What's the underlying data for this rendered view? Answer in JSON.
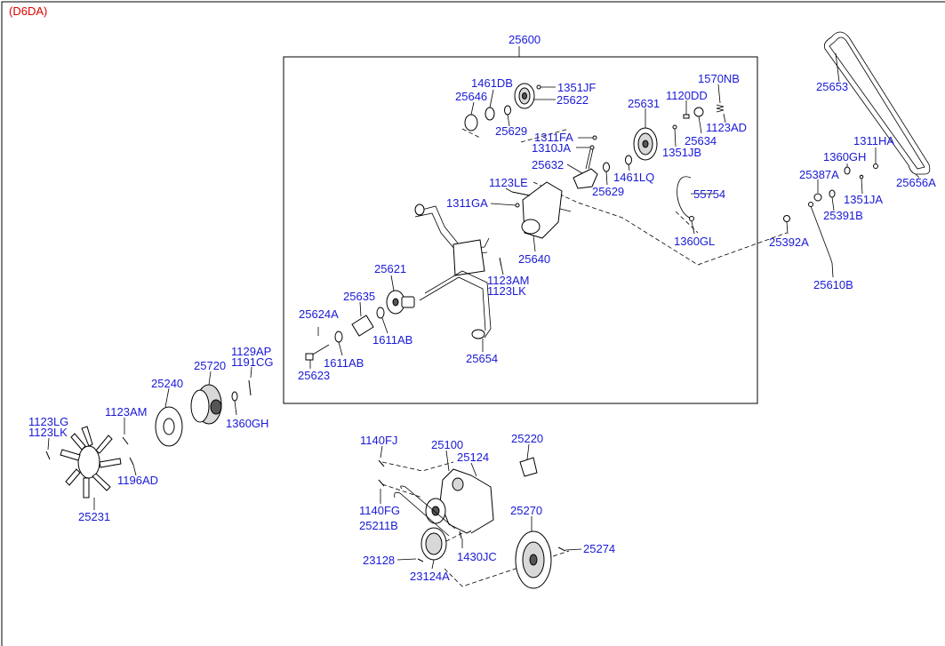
{
  "engine_code": "(D6DA)",
  "labels": {
    "p25600": "25600",
    "p25653": "25653",
    "p25656A": "25656A",
    "p1461DB": "1461DB",
    "p1351JF": "1351JF",
    "p25646": "25646",
    "p25622": "25622",
    "p25629a": "25629",
    "p1570NB": "1570NB",
    "p1120DD": "1120DD",
    "p25631": "25631",
    "p1123AD": "1123AD",
    "p25634": "25634",
    "p1351JB": "1351JB",
    "p1311FA": "1311FA",
    "p1310JA": "1310JA",
    "p25632": "25632",
    "p1461LQ": "1461LQ",
    "p25629b": "25629",
    "p1123LE": "1123LE",
    "p1311GA": "1311GA",
    "p55754": "55754",
    "p1360GL": "1360GL",
    "p25640": "25640",
    "p1311HA": "1311HA",
    "p1360GH_top": "1360GH",
    "p25387A": "25387A",
    "p1351JA": "1351JA",
    "p25391B": "25391B",
    "p25392A": "25392A",
    "p25610B": "25610B",
    "p25621": "25621",
    "p1123AM_a": "1123AM",
    "p1123LK_a": "1123LK",
    "p25635": "25635",
    "p25624A": "25624A",
    "p1611AB_a": "1611AB",
    "p1611AB_b": "1611AB",
    "p25623": "25623",
    "p25654": "25654",
    "p1129AP": "1129AP",
    "p1191CG": "1191CG",
    "p25720": "25720",
    "p25240": "25240",
    "p1360GH_bot": "1360GH",
    "p1123AM_b": "1123AM",
    "p1123LG": "1123LG",
    "p1123LK_b": "1123LK",
    "p1196AD": "1196AD",
    "p25231": "25231",
    "p1140FJ": "1140FJ",
    "p25100": "25100",
    "p25124": "25124",
    "p25220": "25220",
    "p1140FG": "1140FG",
    "p25211B": "25211B",
    "p25270": "25270",
    "p25274": "25274",
    "p23128": "23128",
    "p1430JC": "1430JC",
    "p23124A": "23124A"
  }
}
